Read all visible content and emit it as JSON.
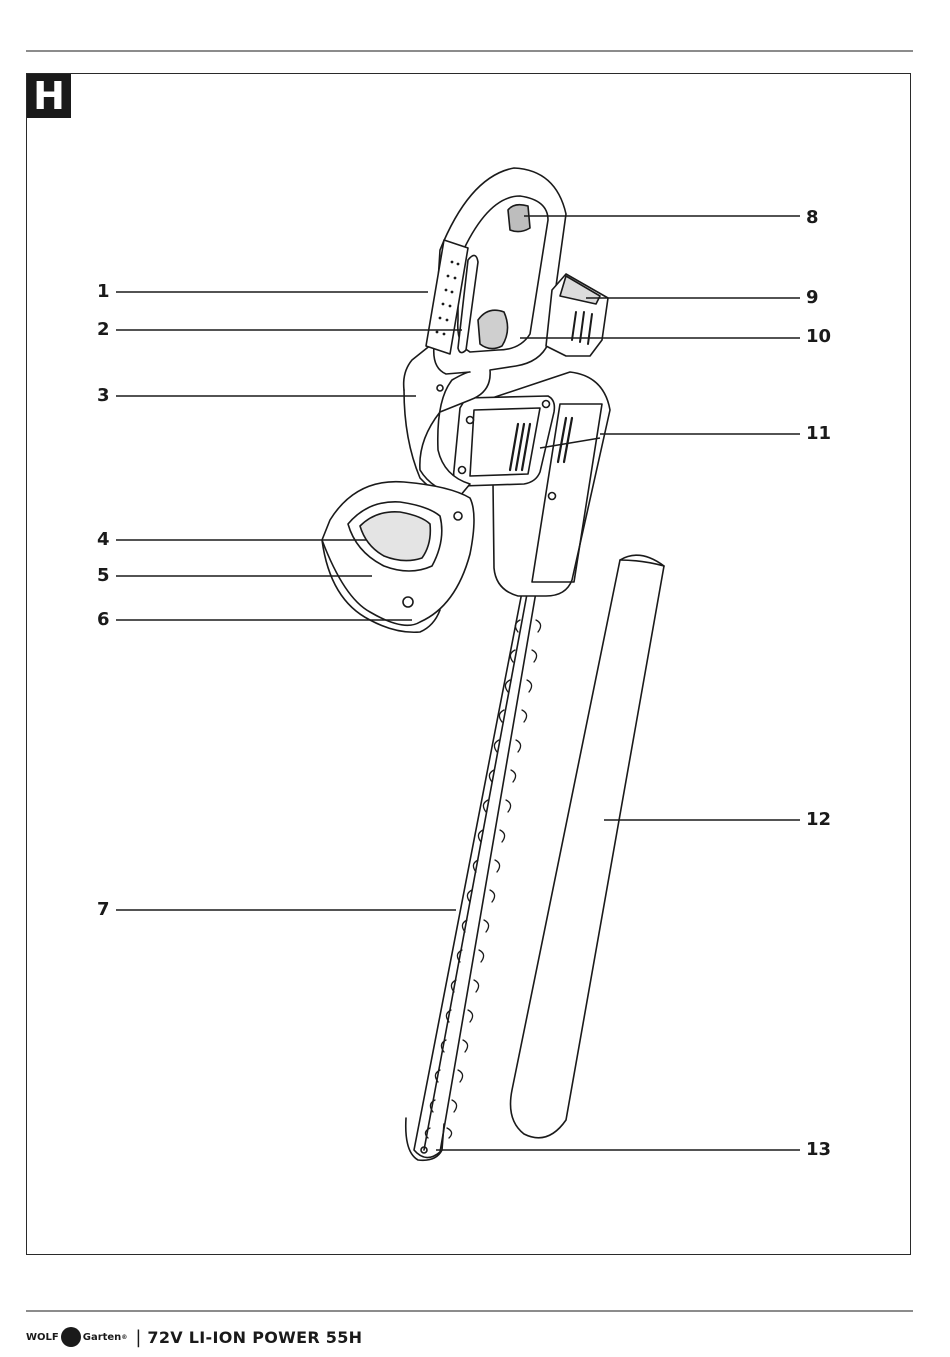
{
  "section_letter": "H",
  "callouts": [
    {
      "id": "1",
      "label": "1"
    },
    {
      "id": "2",
      "label": "2"
    },
    {
      "id": "3",
      "label": "3"
    },
    {
      "id": "4",
      "label": "4"
    },
    {
      "id": "5",
      "label": "5"
    },
    {
      "id": "6",
      "label": "6"
    },
    {
      "id": "7",
      "label": "7"
    },
    {
      "id": "8",
      "label": "8"
    },
    {
      "id": "9",
      "label": "9"
    },
    {
      "id": "10",
      "label": "10"
    },
    {
      "id": "11",
      "label": "11"
    },
    {
      "id": "12",
      "label": "12"
    },
    {
      "id": "13",
      "label": "13"
    }
  ],
  "footer": {
    "brand_left": "WOLF",
    "brand_right": "Garten",
    "brand_reg": "®",
    "separator": "|",
    "product": "72V LI-ION POWER 55H"
  },
  "icons": {
    "logo": "wolf-head-icon"
  }
}
